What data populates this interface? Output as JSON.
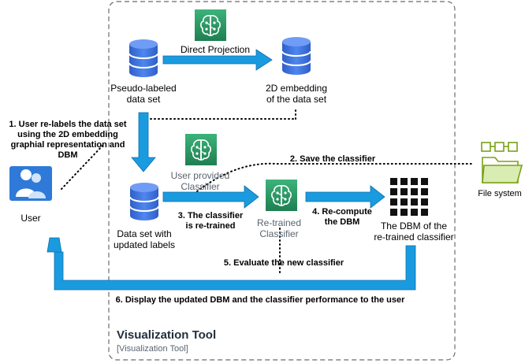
{
  "group": {
    "title": "Visualization Tool",
    "subtitle": "[Visualization Tool]"
  },
  "nodes": {
    "pseudo_labeled": "Pseudo-labeled\ndata set",
    "embedding_2d": "2D embedding\nof the data set",
    "direct_projection": "Direct Projection",
    "user_classifier": "User provided\nClassifier",
    "updated_labels": "Data set with\nupdated labels",
    "retrained_classifier": "Re-trained\nClassifier",
    "dbm_retrained": "The DBM of the\nre-trained classifier",
    "user": "User",
    "file_system": "File system"
  },
  "steps": {
    "step1": "1. User re-labels the data set\nusing the 2D embedding\ngraphial representation and DBM",
    "step2": "2. Save the classifier",
    "step3": "3. The classifier\nis re-trained",
    "step4": "4. Re-compute\nthe DBM",
    "step5": "5. Evaluate the new classifier",
    "step6": "6. Display the updated DBM and the classifier performance to the user"
  },
  "colors": {
    "arrow": "#1a9be0",
    "database": "#3a6fd8",
    "ml_icon_bg": "#2e9e6b",
    "border": "#6b6b6b",
    "file_green": "#7aa116"
  },
  "icons": {
    "database": "database-icon",
    "ml": "brain-circuit-icon",
    "user": "users-icon",
    "grid": "grid-icon",
    "folder": "folder-icon",
    "chip": "chip-icon"
  }
}
